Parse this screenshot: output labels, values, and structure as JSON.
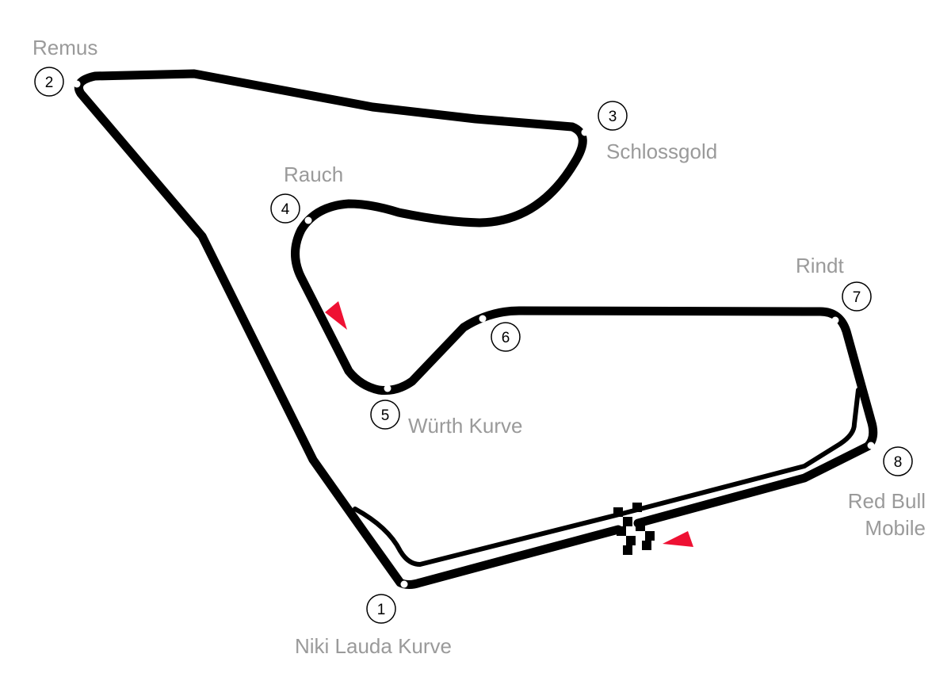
{
  "map": {
    "colors": {
      "track": "#000000",
      "label": "#9a9a9a",
      "direction_arrow": "#ee1133",
      "background": "#ffffff"
    },
    "turns": [
      {
        "number": "1",
        "name": "Niki Lauda Kurve"
      },
      {
        "number": "2",
        "name": "Remus"
      },
      {
        "number": "3",
        "name": "Schlossgold"
      },
      {
        "number": "4",
        "name": "Rauch"
      },
      {
        "number": "5",
        "name": "Würth Kurve"
      },
      {
        "number": "6",
        "name": ""
      },
      {
        "number": "7",
        "name": "Rindt"
      },
      {
        "number": "8",
        "name_line1": "Red Bull",
        "name_line2": "Mobile"
      }
    ],
    "markers": {
      "start_finish": "checkered-flag",
      "direction_arrows": [
        "direction-arrow-start",
        "direction-arrow-turn4"
      ]
    }
  }
}
